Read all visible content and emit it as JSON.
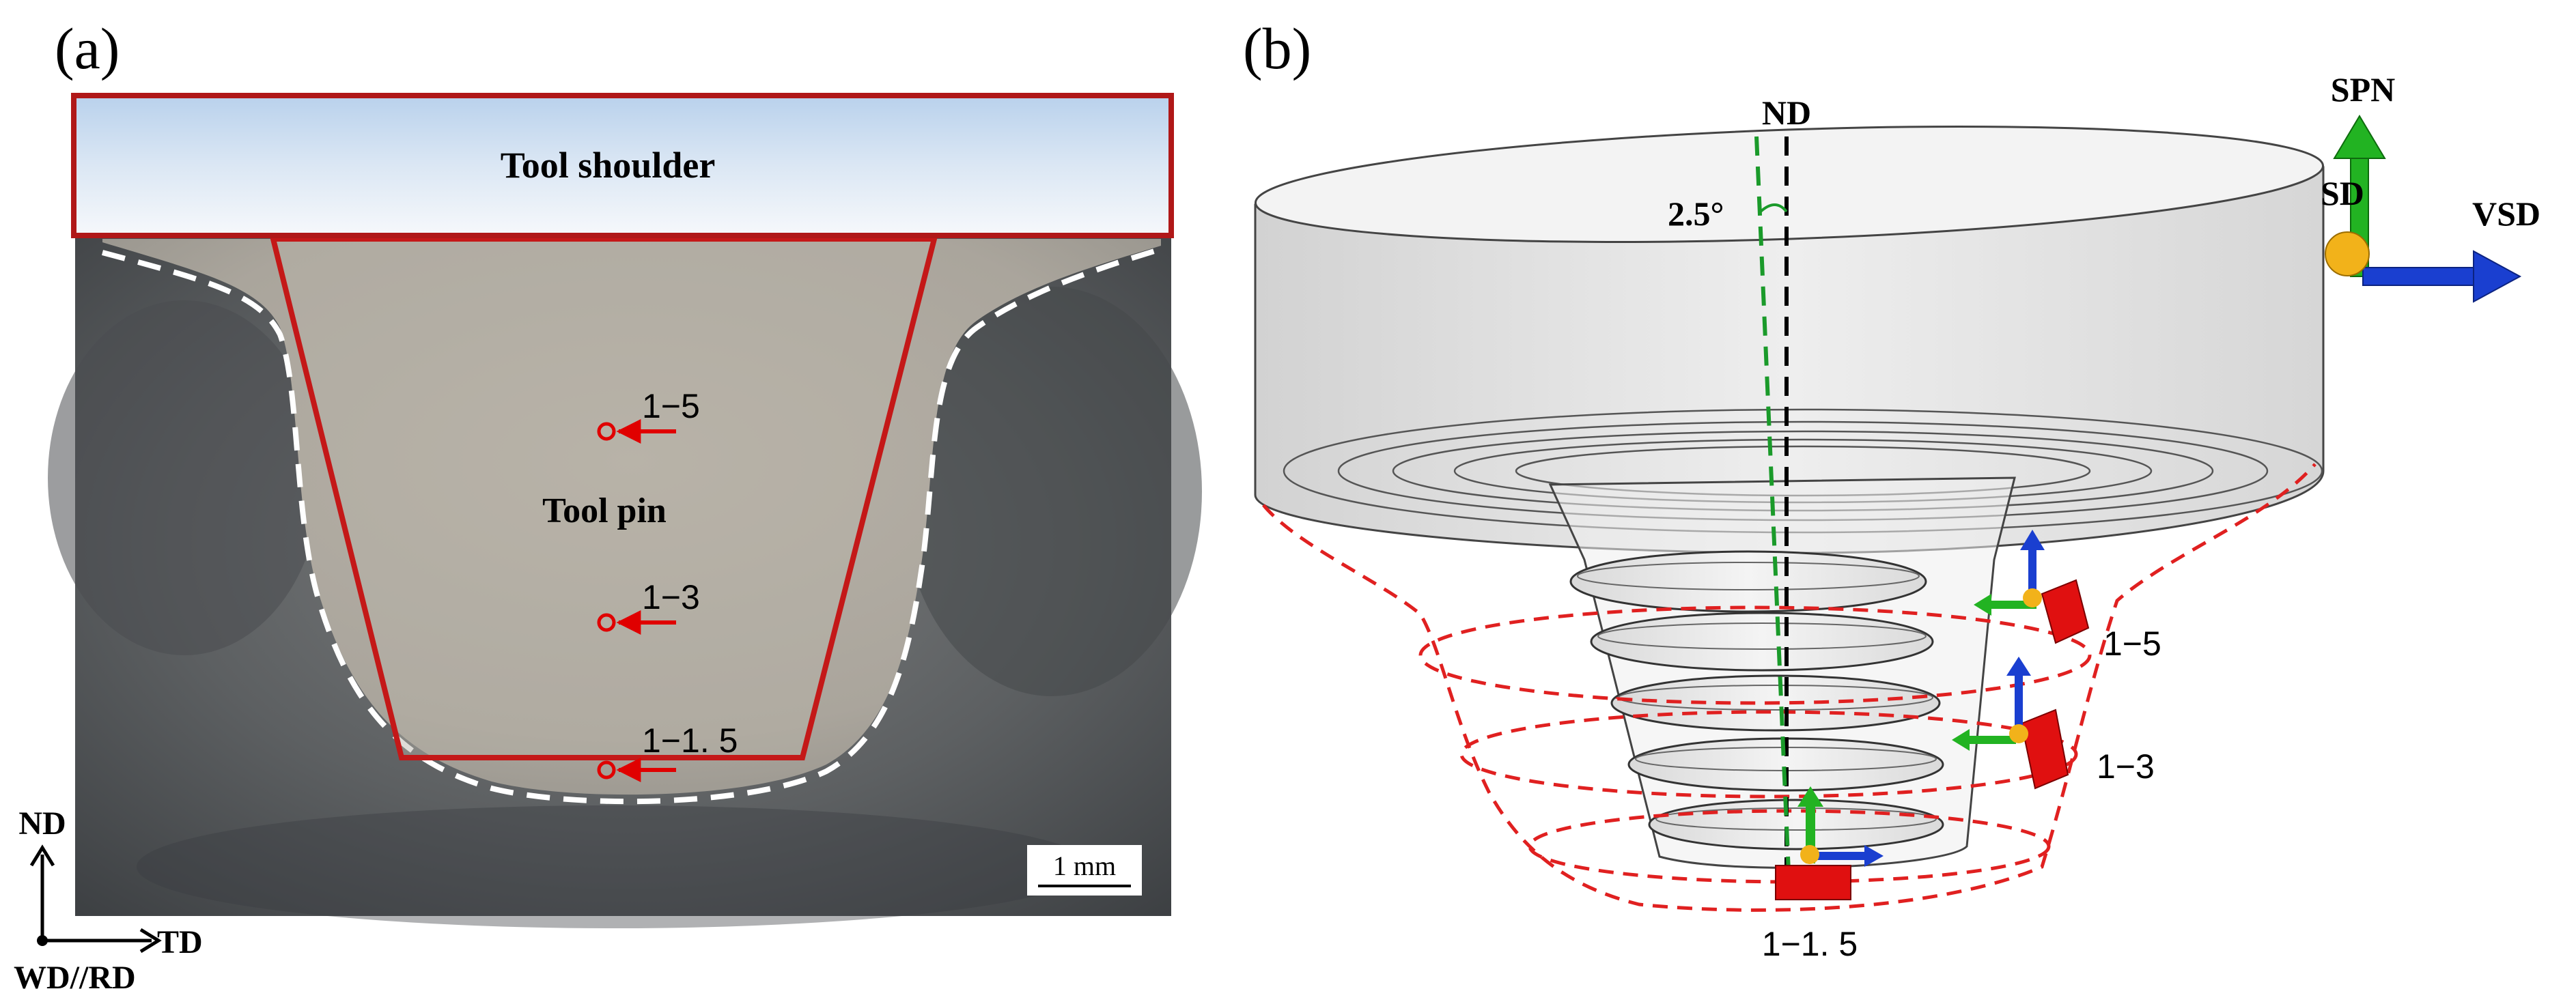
{
  "panel_a": {
    "label": "(a)",
    "shoulder_label": "Tool shoulder",
    "pin_label": "Tool pin",
    "points": [
      {
        "label": "1−5"
      },
      {
        "label": "1−3"
      },
      {
        "label": "1−1. 5"
      }
    ],
    "scale_bar": "1 mm",
    "axes": {
      "vertical": "ND",
      "horizontal": "TD",
      "origin": "WD//RD"
    }
  },
  "panel_b": {
    "label": "(b)",
    "nd_label": "ND",
    "tilt_angle": "2.5°",
    "triad": {
      "up": "SPN",
      "center": "SD",
      "right": "VSD"
    },
    "points": [
      {
        "label": "1−5"
      },
      {
        "label": "1−3"
      },
      {
        "label": "1−1. 5"
      }
    ]
  },
  "colors": {
    "outline_red": "#b01818",
    "marker_red": "#e00000",
    "dash_red": "#e02020",
    "dash_white": "#ffffff",
    "green": "#22b322",
    "blue": "#1a3fd0",
    "yellow": "#f2b21a"
  }
}
